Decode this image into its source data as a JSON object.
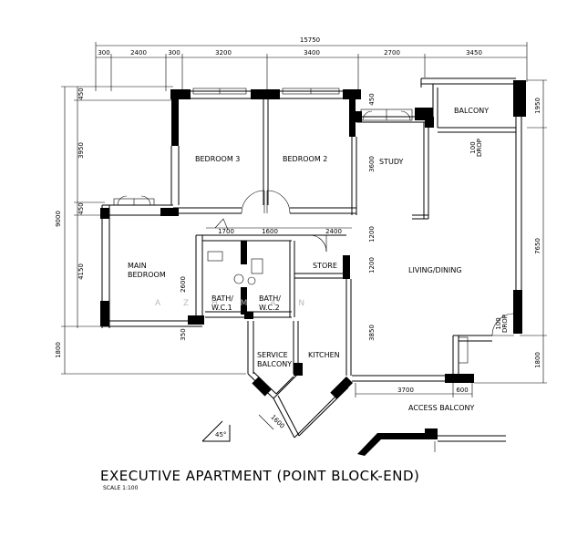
{
  "title": "EXECUTIVE APARTMENT (POINT BLOCK-END)",
  "scale": "SCALE   1:100",
  "watermark": "A Z        H M A N",
  "rooms": {
    "bedroom3": "BEDROOM 3",
    "bedroom2": "BEDROOM 2",
    "study": "STUDY",
    "balcony": "BALCONY",
    "main_bedroom_1": "MAIN",
    "main_bedroom_2": "BEDROOM",
    "store": "STORE",
    "living_dining": "LIVING/DINING",
    "bath1_1": "BATH/",
    "bath1_2": "W.C.1",
    "bath2_1": "BATH/",
    "bath2_2": "W.C.2",
    "service_balcony_1": "SERVICE",
    "service_balcony_2": "BALCONY",
    "kitchen": "KITCHEN",
    "access_balcony": "ACCESS BALCONY"
  },
  "notes": {
    "drop_top_1": "100",
    "drop_top_2": "DROP",
    "drop_bottom_1": "100",
    "drop_bottom_2": "DROP",
    "angle": "45°"
  },
  "dimensions": {
    "overall": "15750",
    "top": [
      "300",
      "2400",
      "300",
      "3200",
      "3400",
      "2700",
      "3450"
    ],
    "left_outer": "9000",
    "left_inner": [
      "450",
      "3950",
      "450",
      "4150"
    ],
    "left_bottom": "1800",
    "right": [
      "1950",
      "7650",
      "1800"
    ],
    "study_left": "3600",
    "study_top": "450",
    "corridor": [
      "1700",
      "1600",
      "2400"
    ],
    "store_side": "1200",
    "corridor_side": "1200",
    "bath_width": "2600",
    "living_side": "3850",
    "bottom_small": "350",
    "access": [
      "3700",
      "600"
    ],
    "kitchen_diag": "1600"
  }
}
